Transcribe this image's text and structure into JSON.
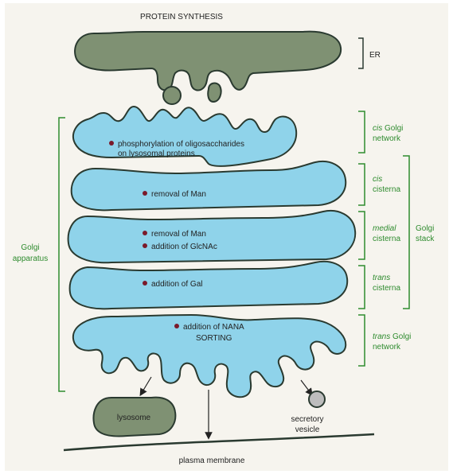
{
  "title": "PROTEIN SYNTHESIS",
  "colors": {
    "background_panel": "#f6f4ee",
    "er_fill": "#7f9173",
    "golgi_fill": "#8fd3ea",
    "outline": "#2a3a30",
    "bracket_green": "#2e8b2e",
    "dot": "#7a1b2b"
  },
  "left_bracket": {
    "line1": "Golgi",
    "line2": "apparatus"
  },
  "right_labels": {
    "er": "ER",
    "cis_network": {
      "line1_italic": "cis",
      "line1_rest": " Golgi",
      "line2": "network"
    },
    "cis_cisterna": {
      "line1_italic": "cis",
      "line2": "cisterna"
    },
    "medial_cisterna": {
      "line1_italic": "medial",
      "line2": "cisterna"
    },
    "trans_cisterna": {
      "line1_italic": "trans",
      "line2": "cisterna"
    },
    "trans_network": {
      "line1_italic": "trans",
      "line1_rest": " Golgi",
      "line2": "network"
    },
    "golgi_stack": {
      "line1": "Golgi",
      "line2": "stack"
    }
  },
  "annotations": {
    "cis_network_line1": "phosphorylation of oligosaccharides",
    "cis_network_line2": "on lysosomal proteins",
    "cis_cisterna": "removal of Man",
    "medial_1": "removal of Man",
    "medial_2": "addition of GlcNAc",
    "trans_cisterna": "addition of Gal",
    "trans_network": "addition of NANA",
    "sorting": "SORTING"
  },
  "bottom": {
    "lysosome": "lysosome",
    "secretory_line1": "secretory",
    "secretory_line2": "vesicle",
    "plasma_membrane": "plasma membrane"
  }
}
